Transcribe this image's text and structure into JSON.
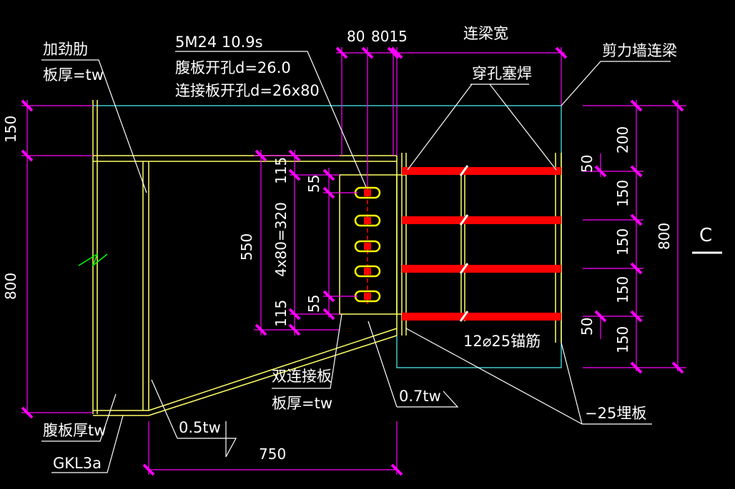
{
  "colors": {
    "background": "#000000",
    "beam": "#ffff66",
    "wall_beam": "#40c8c8",
    "dimension": "#ff00ff",
    "leader": "#ffffff",
    "anchor_bar": "#ff0000",
    "bolt": "#ffff00",
    "text": "#ffffff"
  },
  "labels": {
    "stiffener": "加劲肋",
    "stiffener_thickness": "板厚=tw",
    "bolt_spec": "5M24 10.9s",
    "web_hole": "腹板开孔d=26.0",
    "plate_hole": "连接板开孔d=26x80",
    "coupling_beam_width": "连梁宽",
    "shear_wall_beam": "剪力墙连梁",
    "plug_weld": "穿孔塞焊",
    "anchor_bars": "12⌀25锚筋",
    "double_plate": "双连接板",
    "double_plate_thickness": "板厚=tw",
    "weld_07": "0.7tw",
    "weld_05": "0.5tw",
    "embed_plate": "−25埋板",
    "web_thickness": "腹板厚tw",
    "beam_id": "GKL3a",
    "section_mark": "C"
  },
  "dimensions": {
    "left_top": "150",
    "left_height": "800",
    "bolt_top_gap": "115",
    "bolt_bottom_gap": "115",
    "bolt_edge_top": "55",
    "bolt_edge_bottom": "55",
    "bolt_group_height": "550",
    "bolt_spacing": "4x80=320",
    "top_80a": "80",
    "top_80b_15": "8015",
    "right_50_top": "50",
    "right_50_bottom": "50",
    "right_200": "200",
    "right_150_1": "150",
    "right_150_2": "150",
    "right_150_3": "150",
    "right_150_4": "150",
    "right_800": "800",
    "bottom_750": "750"
  }
}
